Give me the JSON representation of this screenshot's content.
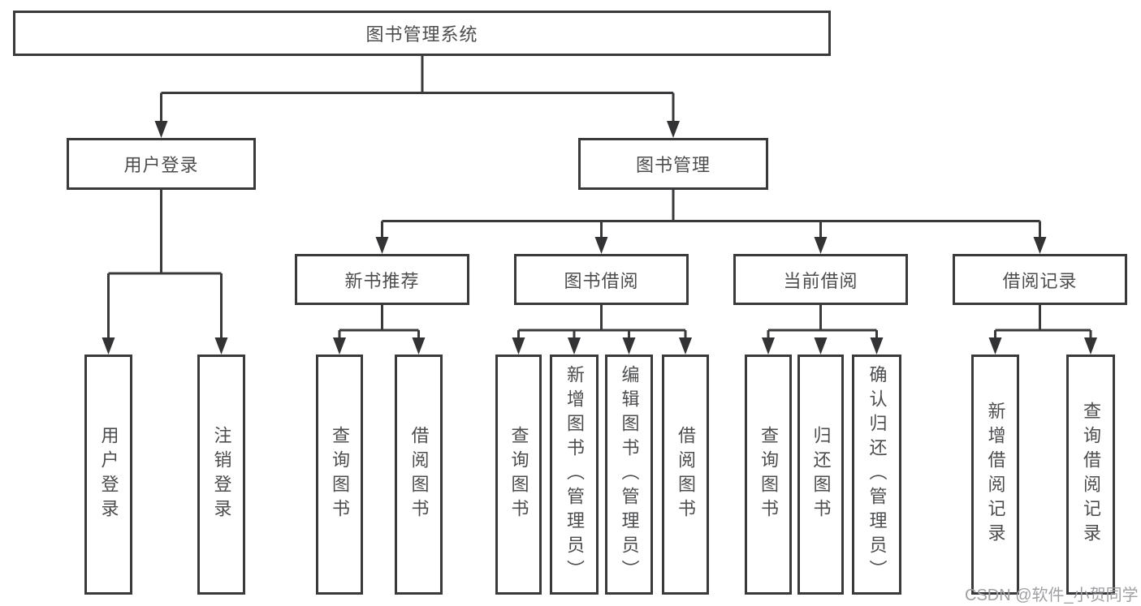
{
  "tree": {
    "label": "图书管理系统",
    "children": [
      {
        "label": "用户登录",
        "children": [
          {
            "label": "用户登录"
          },
          {
            "label": "注销登录"
          }
        ]
      },
      {
        "label": "图书管理",
        "children": [
          {
            "label": "新书推荐",
            "children": [
              {
                "label": "查询图书"
              },
              {
                "label": "借阅图书"
              }
            ]
          },
          {
            "label": "图书借阅",
            "children": [
              {
                "label": "查询图书"
              },
              {
                "label": "新增图书（管理员）"
              },
              {
                "label": "编辑图书（管理员）"
              },
              {
                "label": "借阅图书"
              }
            ]
          },
          {
            "label": "当前借阅",
            "children": [
              {
                "label": "查询图书"
              },
              {
                "label": "归还图书"
              },
              {
                "label": "确认归还（管理员）"
              }
            ]
          },
          {
            "label": "借阅记录",
            "children": [
              {
                "label": "新增借阅记录"
              },
              {
                "label": "查询借阅记录"
              }
            ]
          }
        ]
      }
    ]
  },
  "watermark": {
    "text": "CSDN @软件_小贺同学"
  },
  "colors": {
    "line": "#3a3a3c",
    "box_border": "#3a3a3c",
    "text": "#4c4d4f",
    "watermark": "#a0a0a4",
    "background": "#ffffff"
  }
}
